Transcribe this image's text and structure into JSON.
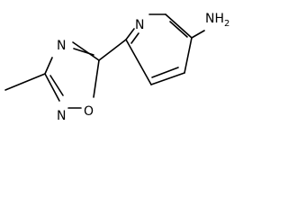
{
  "molecule": {
    "atoms": {
      "pyridine_n": "N",
      "amine": "NH",
      "amine_h_count": "2",
      "oxadiazole_n_top": "N",
      "oxadiazole_n_bottom": "N",
      "oxadiazole_o": "O"
    },
    "colors": {
      "bond": "#000000",
      "label": "#000000",
      "background": "#ffffff"
    }
  }
}
